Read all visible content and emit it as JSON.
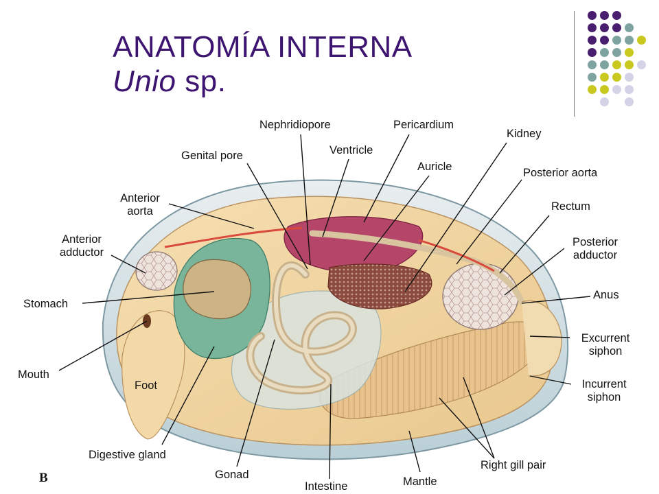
{
  "title": {
    "line1": "ANATOMÍA INTERNA",
    "genus": "Unio",
    "rest": " sp."
  },
  "panel_letter": "B",
  "colors": {
    "title": "#3d1470",
    "purple": "#4a1e6e",
    "teal": "#7fa3a1",
    "yellow": "#c8c81e",
    "lavender": "#d4d2e6"
  },
  "labels": {
    "nephridiopore": "Nephridiopore",
    "pericardium": "Pericardium",
    "kidney": "Kidney",
    "genital_pore": "Genital pore",
    "ventricle": "Ventricle",
    "auricle": "Auricle",
    "posterior_aorta": "Posterior aorta",
    "anterior_aorta_1": "Anterior",
    "anterior_aorta_2": "aorta",
    "rectum": "Rectum",
    "anterior_adductor_1": "Anterior",
    "anterior_adductor_2": "adductor",
    "posterior_adductor_1": "Posterior",
    "posterior_adductor_2": "adductor",
    "stomach": "Stomach",
    "anus": "Anus",
    "excurrent_1": "Excurrent",
    "excurrent_2": "siphon",
    "mouth": "Mouth",
    "foot": "Foot",
    "incurrent_1": "Incurrent",
    "incurrent_2": "siphon",
    "digestive_gland": "Digestive gland",
    "gonad": "Gonad",
    "intestine": "Intestine",
    "mantle": "Mantle",
    "right_gill_pair": "Right gill pair"
  }
}
